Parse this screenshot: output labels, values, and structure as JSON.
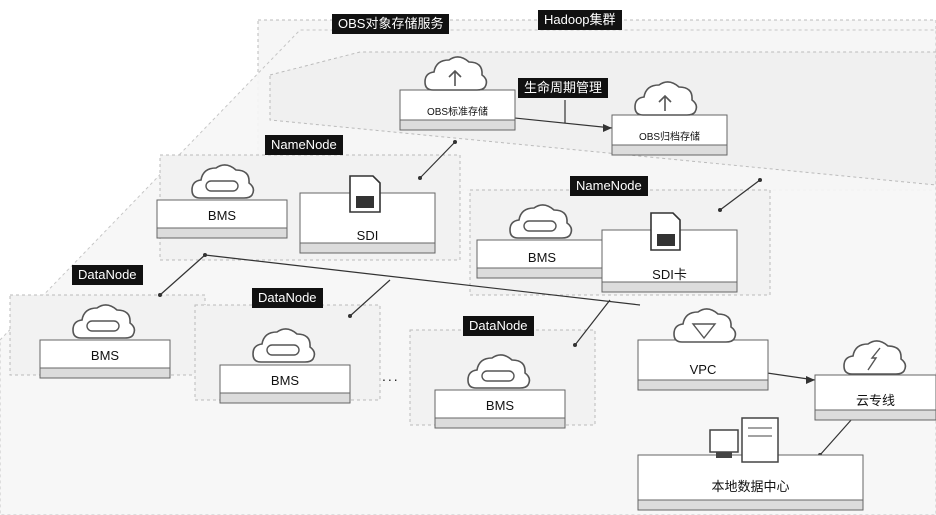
{
  "labels": {
    "obs_service": "OBS对象存储服务",
    "hadoop_cluster": "Hadoop集群",
    "lifecycle": "生命周期管理",
    "namenode_1": "NameNode",
    "namenode_2": "NameNode",
    "datanode_1": "DataNode",
    "datanode_2": "DataNode",
    "datanode_3": "DataNode"
  },
  "nodes": {
    "obs_standard": "OBS标准存储",
    "obs_archive": "OBS归档存储",
    "bms_nn1": "BMS",
    "sdi_nn1": "SDI",
    "bms_nn2": "BMS",
    "sdi_nn2": "SDI卡",
    "bms_dn1": "BMS",
    "bms_dn2": "BMS",
    "bms_dn3": "BMS",
    "vpc": "VPC",
    "direct_connect": "云专线",
    "local_dc": "本地数据中心"
  },
  "ellipsis": "...",
  "icons": [
    "upload-cloud-icon",
    "server-cloud-icon",
    "sd-card-icon",
    "vpc-router-icon",
    "direct-connect-icon",
    "data-center-icon"
  ]
}
